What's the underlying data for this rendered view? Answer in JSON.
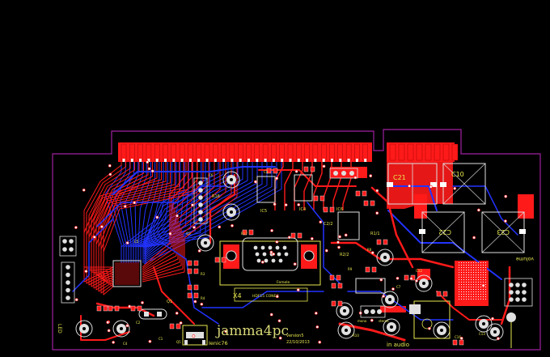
{
  "board": {
    "title": "jamma4pc",
    "author": "Ienic76",
    "version": "version5",
    "date": "22/10/2013",
    "colors": {
      "background": "#000000",
      "top_copper": "#ff1a1a",
      "bottom_copper": "#2233ff",
      "silkscreen": "#e8e850",
      "outline": "#a020a0",
      "pad": "#e0e0e0"
    }
  },
  "labels": {
    "vga_connector": "HDF15 CONEC",
    "vga_sub": "Femele",
    "x4": "X4",
    "audio_in": "in audio",
    "volume": "volume",
    "led": "LED",
    "mono": "mono",
    "stereo": "stereo"
  },
  "components": {
    "c5": "C5",
    "c4": "C4",
    "c10": "C10",
    "c21": "C21",
    "c22": "C22",
    "c23": "C23",
    "c7": "C7",
    "c2": "C2",
    "c3": "C3",
    "c6": "C6",
    "c12": "C12",
    "c13": "C13",
    "c16": "C16",
    "ic5": "IC5",
    "ic4": "IC4",
    "ic6": "IC6",
    "r16": "R16",
    "r17": "R17",
    "r10": "R10",
    "r1_1": "R1/1",
    "r2_2": "R2/2",
    "r3": "R3",
    "r4": "R4",
    "r8": "R8",
    "r9": "R9",
    "q5": "Q5",
    "q3": "Q3",
    "q1": "Q1",
    "c2_2": "C2/2",
    "c1": "C1"
  }
}
